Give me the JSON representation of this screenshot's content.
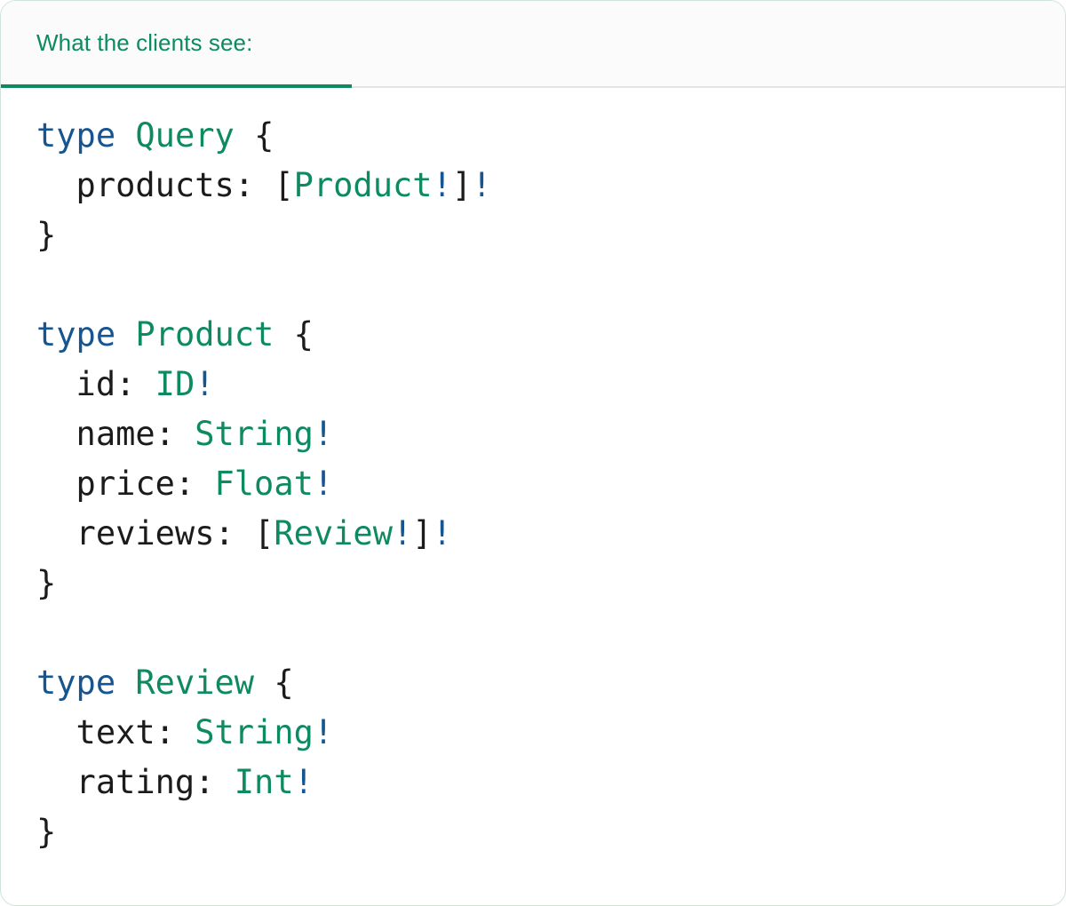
{
  "panel": {
    "accent_green": "#0e8a63",
    "accent_blue": "#16558f",
    "text_dark": "#1b1b1b",
    "header_bg": "#fbfbfb",
    "body_bg": "#ffffff",
    "border": "#cfe3d9"
  },
  "header": {
    "tab_label": "What the clients see:"
  },
  "code": {
    "language": "graphql",
    "lines": [
      {
        "id": "line-1",
        "text": "type Query {",
        "tokens": [
          {
            "t": "type",
            "k": "kw"
          },
          {
            "t": " ",
            "k": "plain"
          },
          {
            "t": "Query",
            "k": "type"
          },
          {
            "t": " ",
            "k": "plain"
          },
          {
            "t": "{",
            "k": "punct"
          }
        ]
      },
      {
        "id": "line-2",
        "text": "  products: [Product!]!",
        "tokens": [
          {
            "t": "  products:",
            "k": "field"
          },
          {
            "t": " ",
            "k": "plain"
          },
          {
            "t": "[",
            "k": "punct"
          },
          {
            "t": "Product",
            "k": "type"
          },
          {
            "t": "!",
            "k": "bang"
          },
          {
            "t": "]",
            "k": "punct"
          },
          {
            "t": "!",
            "k": "bang"
          }
        ]
      },
      {
        "id": "line-3",
        "text": "}",
        "tokens": [
          {
            "t": "}",
            "k": "punct"
          }
        ]
      },
      {
        "id": "line-4",
        "text": "",
        "tokens": []
      },
      {
        "id": "line-5",
        "text": "type Product {",
        "tokens": [
          {
            "t": "type",
            "k": "kw"
          },
          {
            "t": " ",
            "k": "plain"
          },
          {
            "t": "Product",
            "k": "type"
          },
          {
            "t": " ",
            "k": "plain"
          },
          {
            "t": "{",
            "k": "punct"
          }
        ]
      },
      {
        "id": "line-6",
        "text": "  id: ID!",
        "tokens": [
          {
            "t": "  id:",
            "k": "field"
          },
          {
            "t": " ",
            "k": "plain"
          },
          {
            "t": "ID",
            "k": "type"
          },
          {
            "t": "!",
            "k": "bang"
          }
        ]
      },
      {
        "id": "line-7",
        "text": "  name: String!",
        "tokens": [
          {
            "t": "  name:",
            "k": "field"
          },
          {
            "t": " ",
            "k": "plain"
          },
          {
            "t": "String",
            "k": "type"
          },
          {
            "t": "!",
            "k": "bang"
          }
        ]
      },
      {
        "id": "line-8",
        "text": "  price: Float!",
        "tokens": [
          {
            "t": "  price:",
            "k": "field"
          },
          {
            "t": " ",
            "k": "plain"
          },
          {
            "t": "Float",
            "k": "type"
          },
          {
            "t": "!",
            "k": "bang"
          }
        ]
      },
      {
        "id": "line-9",
        "text": "  reviews: [Review!]!",
        "tokens": [
          {
            "t": "  reviews:",
            "k": "field"
          },
          {
            "t": " ",
            "k": "plain"
          },
          {
            "t": "[",
            "k": "punct"
          },
          {
            "t": "Review",
            "k": "type"
          },
          {
            "t": "!",
            "k": "bang"
          },
          {
            "t": "]",
            "k": "punct"
          },
          {
            "t": "!",
            "k": "bang"
          }
        ]
      },
      {
        "id": "line-10",
        "text": "}",
        "tokens": [
          {
            "t": "}",
            "k": "punct"
          }
        ]
      },
      {
        "id": "line-11",
        "text": "",
        "tokens": []
      },
      {
        "id": "line-12",
        "text": "type Review {",
        "tokens": [
          {
            "t": "type",
            "k": "kw"
          },
          {
            "t": " ",
            "k": "plain"
          },
          {
            "t": "Review",
            "k": "type"
          },
          {
            "t": " ",
            "k": "plain"
          },
          {
            "t": "{",
            "k": "punct"
          }
        ]
      },
      {
        "id": "line-13",
        "text": "  text: String!",
        "tokens": [
          {
            "t": "  text:",
            "k": "field"
          },
          {
            "t": " ",
            "k": "plain"
          },
          {
            "t": "String",
            "k": "type"
          },
          {
            "t": "!",
            "k": "bang"
          }
        ]
      },
      {
        "id": "line-14",
        "text": "  rating: Int!",
        "tokens": [
          {
            "t": "  rating:",
            "k": "field"
          },
          {
            "t": " ",
            "k": "plain"
          },
          {
            "t": "Int",
            "k": "type"
          },
          {
            "t": "!",
            "k": "bang"
          }
        ]
      },
      {
        "id": "line-15",
        "text": "}",
        "tokens": [
          {
            "t": "}",
            "k": "punct"
          }
        ]
      }
    ]
  }
}
